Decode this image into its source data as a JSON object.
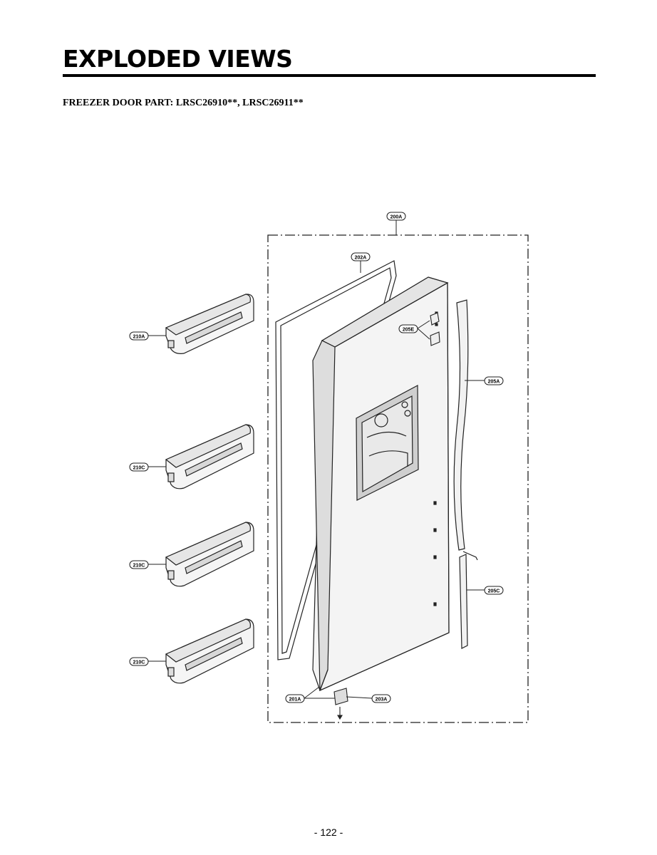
{
  "header": {
    "title": "EXPLODED VIEWS",
    "subtitle": "FREEZER DOOR PART: LRSC26910**, LRSC26911**"
  },
  "parts": [
    {
      "id": "200A"
    },
    {
      "id": "202A"
    },
    {
      "id": "205E"
    },
    {
      "id": "205A"
    },
    {
      "id": "205C"
    },
    {
      "id": "201A"
    },
    {
      "id": "203A"
    },
    {
      "id": "210A"
    },
    {
      "id": "210C"
    },
    {
      "id": "210C"
    },
    {
      "id": "210C"
    }
  ],
  "footer": {
    "page_number": "- 122 -"
  }
}
